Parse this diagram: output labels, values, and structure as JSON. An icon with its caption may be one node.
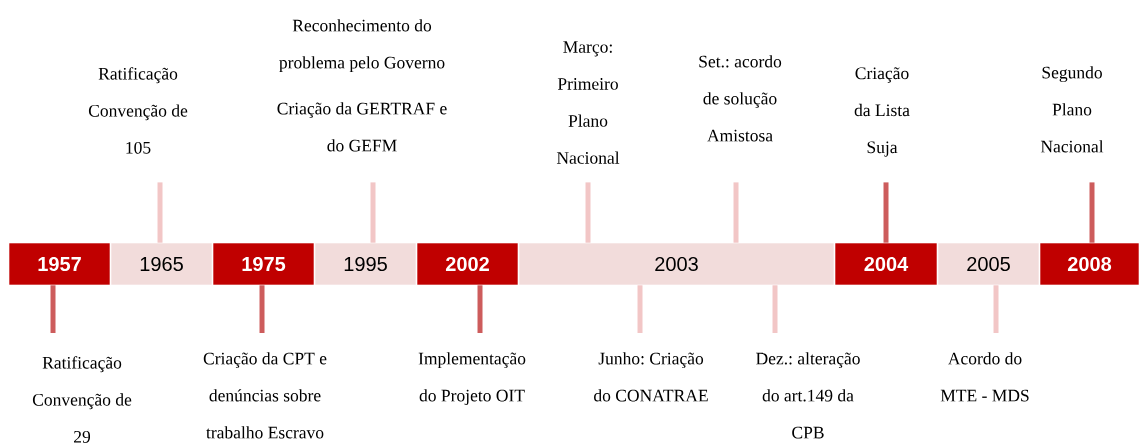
{
  "diagram": {
    "nodes": [
      {
        "text": [
          "1957"
        ]
      },
      {
        "text": [
          "1965"
        ]
      },
      {
        "text": [
          "1975"
        ]
      },
      {
        "text": [
          "1995"
        ]
      },
      {
        "text": [
          "2002"
        ]
      },
      {
        "text": [
          "2003"
        ]
      },
      {
        "text": [
          "2004"
        ]
      },
      {
        "text": [
          "2005"
        ]
      },
      {
        "text": [
          "2008"
        ]
      },
      {
        "text": [
          "Ratificação Convenção de 105"
        ]
      },
      {
        "text": [
          "Reconhecimento do problema pelo Governo",
          "Criação da GERTRAF e do GEFM"
        ]
      },
      {
        "text": [
          "Março: Primeiro Plano Nacional"
        ]
      },
      {
        "text": [
          "Set.: acordo de solução Amistosa"
        ]
      },
      {
        "text": [
          "Criação da Lista Suja"
        ]
      },
      {
        "text": [
          "Segundo Plano Nacional"
        ]
      },
      {
        "text": [
          "Ratificação Convenção de 29"
        ]
      },
      {
        "text": [
          "Criação da CPT e denúncias sobre trabalho Escravo"
        ]
      },
      {
        "text": [
          "Implementação do Projeto OIT"
        ]
      },
      {
        "text": [
          "Junho: Criação do CONATRAE"
        ]
      },
      {
        "text": [
          "Dez.: alteração do art.149 da CPB"
        ]
      },
      {
        "text": [
          "Acordo do MTE - MDS"
        ]
      }
    ],
    "edges": [
      {
        "from": 9,
        "to": 1,
        "arrow": "none"
      },
      {
        "from": 10,
        "to": 3,
        "arrow": "none"
      },
      {
        "from": 11,
        "to": 5,
        "arrow": "none"
      },
      {
        "from": 12,
        "to": 5,
        "arrow": "none"
      },
      {
        "from": 13,
        "to": 6,
        "arrow": "none",
        "color": "#cd5c5c"
      },
      {
        "from": 14,
        "to": 8,
        "arrow": "none",
        "color": "#cd5c5c"
      },
      {
        "from": 15,
        "to": 0,
        "arrow": "none",
        "color": "#cd5c5c"
      },
      {
        "from": 16,
        "to": 2,
        "arrow": "none",
        "color": "#cd5c5c"
      },
      {
        "from": 17,
        "to": 4,
        "arrow": "none",
        "color": "#cd5c5c"
      },
      {
        "from": 18,
        "to": 5,
        "arrow": "none"
      },
      {
        "from": 19,
        "to": 5,
        "arrow": "none"
      },
      {
        "from": 20,
        "to": 7,
        "arrow": "none"
      }
    ]
  }
}
